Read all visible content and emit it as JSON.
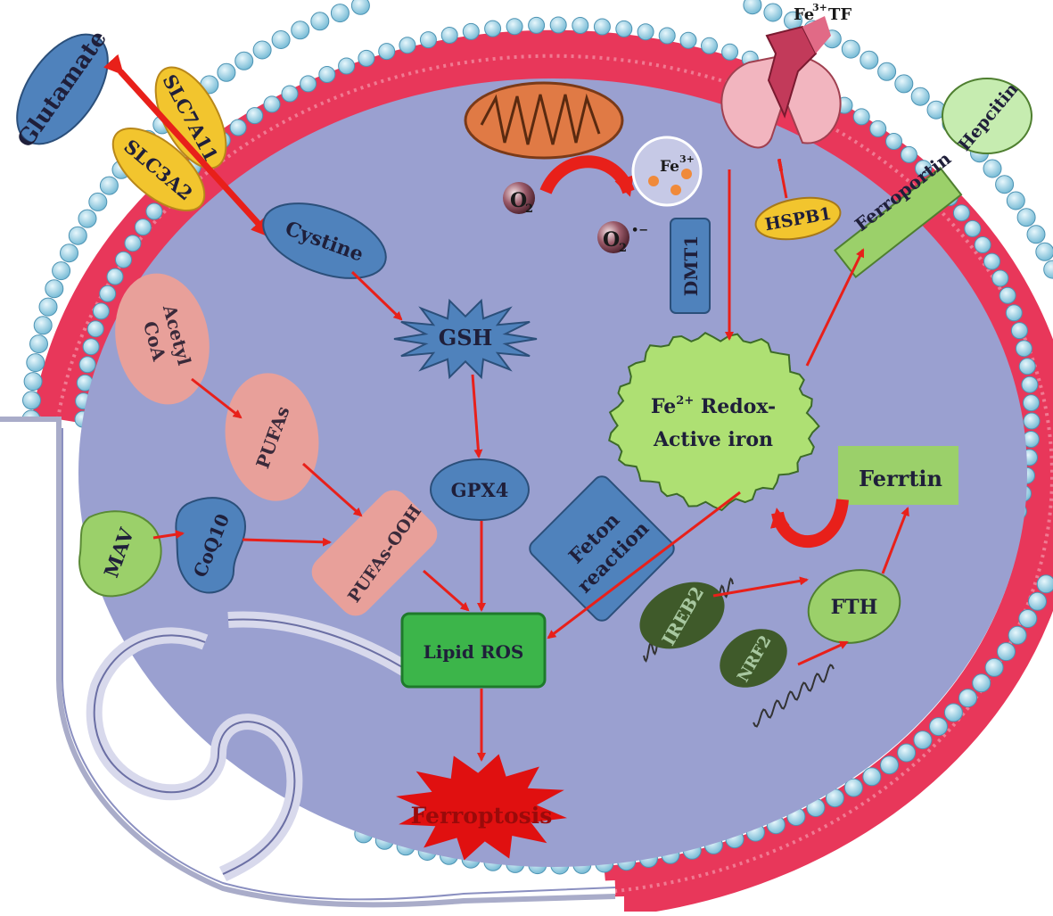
{
  "labels": {
    "glutamate": "Glutamate",
    "slc7a11": "SLC7A11",
    "slc3a2": "SLC3A2",
    "cystine": "Cystine",
    "gsh": "GSH",
    "gpx4": "GPX4",
    "acetyl_coa_line1": "Acetyl",
    "acetyl_coa_line2": "CoA",
    "pufas": "PUFAs",
    "pufas_ooh": "PUFAs-OOH",
    "coq10": "CoQ10",
    "mav": "MAV",
    "lipid_ros": "Lipid ROS",
    "ferroptosis": "Ferroptosis",
    "o2": "O",
    "o2_sub": "2",
    "superoxide": "O",
    "superoxide_sub": "2",
    "superoxide_sup": "•−",
    "fe3": "Fe",
    "fe3_sup": "3+",
    "dmt1": "DMT1",
    "fe3tf": "Fe",
    "fe3tf_sup": "3+",
    "fe3tf_suffix": "TF",
    "hspb1": "HSPB1",
    "ferroportin": "Ferroportin",
    "hepcitin": "Hepcitin",
    "fe2_line1_a": "Fe",
    "fe2_line1_sup": "2+",
    "fe2_line1_b": " Redox-",
    "fe2_line2": "Active iron",
    "feton_line1": "Feton",
    "feton_line2": "reaction",
    "ferrtin": "Ferrtin",
    "fth": "FTH",
    "ireb2": "IREB2",
    "nrf2": "NRF2"
  },
  "colors": {
    "membrane_head": "#a8d8ec",
    "membrane_band": "#e8375a",
    "cytoplasm": "#9aa0d0",
    "arrow": "#e8201a",
    "blue_node": "#4f82bc",
    "pink_node": "#e8a09a",
    "green_node": "#9bd06a",
    "lipid_ros": "#3cb54a",
    "ferroptosis": "#e01010",
    "yellow": "#f2c52e"
  }
}
